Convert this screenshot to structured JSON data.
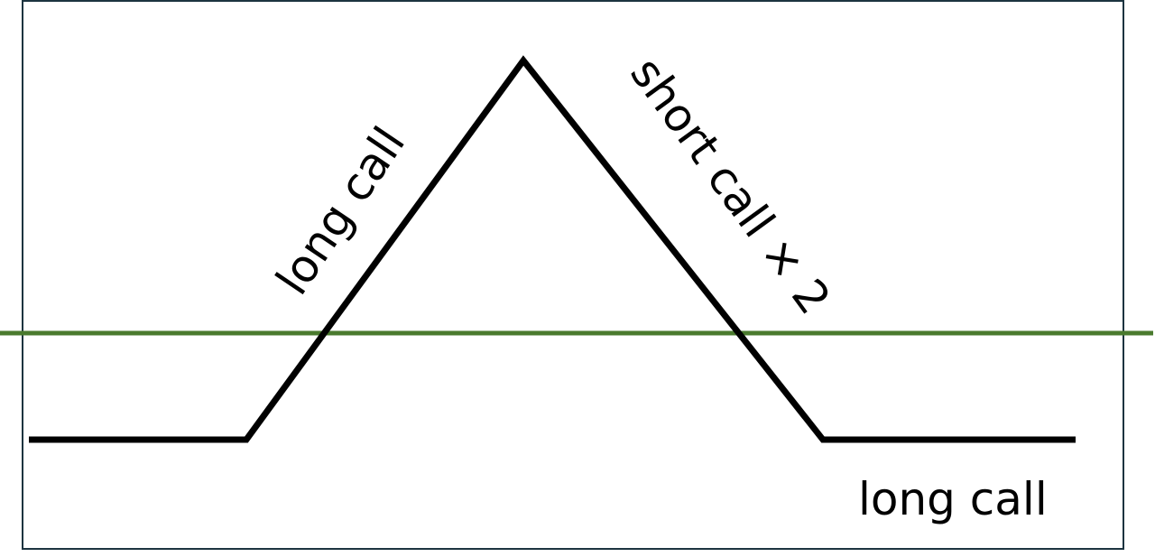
{
  "labels": {
    "left_leg": "long call",
    "right_leg": "short call × 2",
    "bottom_right": "long call"
  },
  "colors": {
    "frame": "#1c3440",
    "zero_line": "#4a7a2e",
    "payoff_line": "#000000",
    "background": "#ffffff"
  }
}
